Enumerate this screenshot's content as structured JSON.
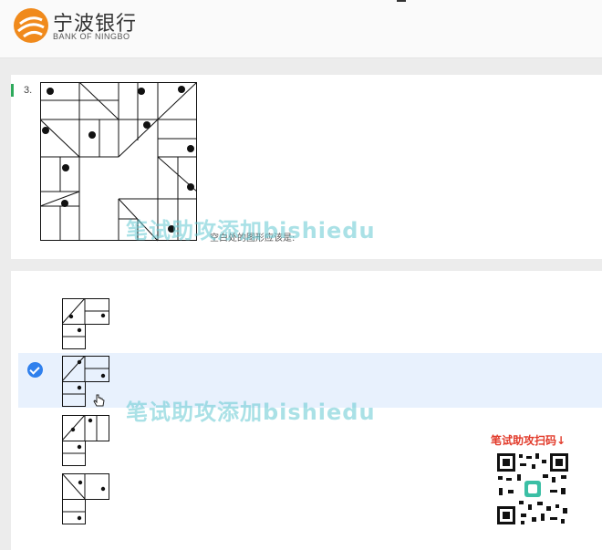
{
  "header": {
    "brand_cn": "宁波银行",
    "brand_en": "BANK OF NINGBO"
  },
  "question": {
    "number": "3.",
    "caption": "空白处的图形应该是:"
  },
  "options": [
    {
      "selected": false
    },
    {
      "selected": true
    },
    {
      "selected": false
    },
    {
      "selected": false
    }
  ],
  "watermark": "笔试助攻添加bishiedu",
  "qr": {
    "label": "笔试助攻扫码↓"
  },
  "colors": {
    "accent": "#2f80ed",
    "question_bar": "#2eaa5c",
    "logo": "#f08a1c",
    "qr_label": "#e23b2b"
  }
}
